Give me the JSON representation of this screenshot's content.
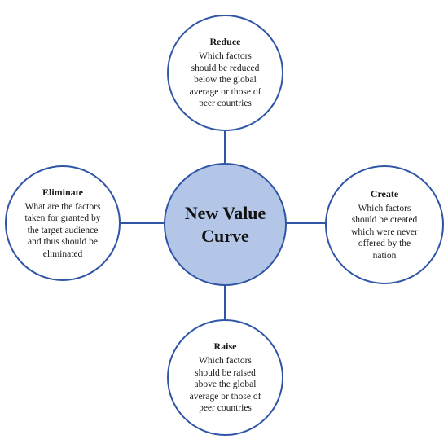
{
  "center": {
    "line1": "New Value",
    "line2": "Curve"
  },
  "nodes": {
    "reduce": {
      "title": "Reduce",
      "lines": [
        "Which factors",
        "should be reduced",
        "below the global",
        "average or those of",
        "peer countries"
      ]
    },
    "eliminate": {
      "title": "Eliminate",
      "lines": [
        "What are the factors",
        "taken for granted by",
        "the target audience",
        "and thus should be",
        "eliminated"
      ]
    },
    "create": {
      "title": "Create",
      "lines": [
        "Which factors",
        "should be created",
        "which were never",
        "offered by the",
        "nation"
      ]
    },
    "raise": {
      "title": "Raise",
      "lines": [
        "Which factors",
        "should be raised",
        "above the global",
        "average or those of",
        "peer countries"
      ]
    }
  },
  "colors": {
    "outline": "#2f55a4",
    "center_fill": "#b3c6e7",
    "background": "#ffffff"
  }
}
